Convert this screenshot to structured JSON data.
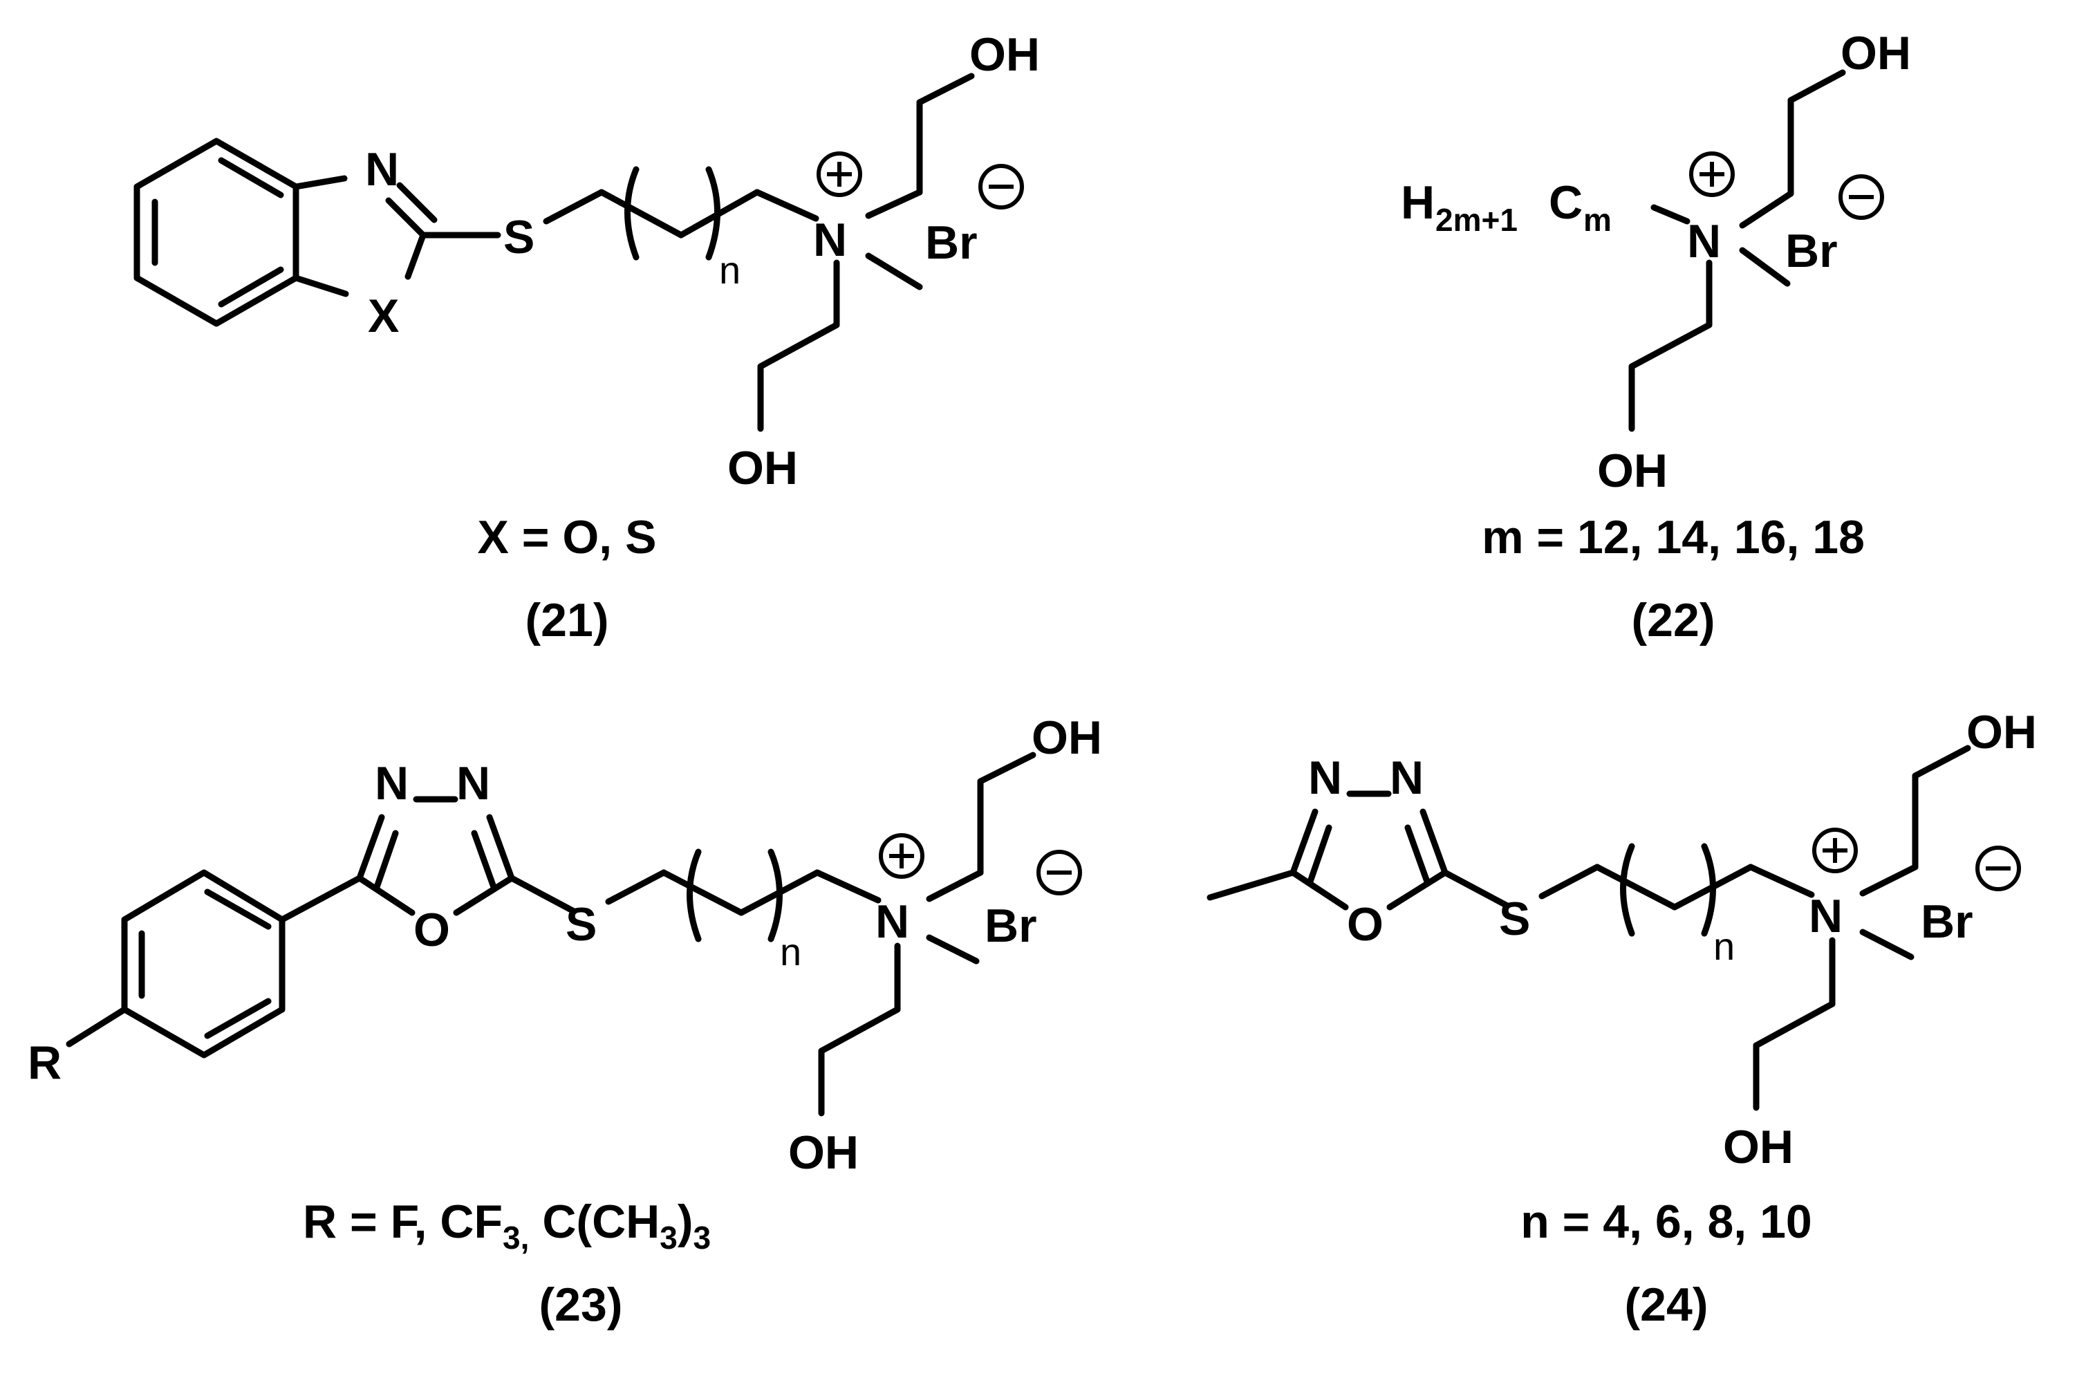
{
  "compounds": [
    {
      "id": "21",
      "label": "(21)",
      "condition": "X = O, S",
      "atoms": {
        "N": "N",
        "X": "X",
        "S": "S",
        "Np": "N",
        "OH1": "OH",
        "OH2": "OH",
        "Br": "Br",
        "n": "n"
      },
      "charges": {
        "plus": "+",
        "minus": "−"
      }
    },
    {
      "id": "22",
      "label": "(22)",
      "condition": "m = 12, 14, 16, 18",
      "atoms": {
        "Np": "N",
        "OH1": "OH",
        "OH2": "OH",
        "Br": "Br",
        "H": "H",
        "sub1": "2m+1",
        "C": "C",
        "sub2": "m"
      },
      "charges": {
        "plus": "+",
        "minus": "−"
      }
    },
    {
      "id": "23",
      "label": "(23)",
      "condition": {
        "part1": "R = F, CF",
        "sub1": "3,",
        "part2": " C(CH",
        "sub2": "3",
        "part3": ")",
        "sub3": "3"
      },
      "atoms": {
        "R": "R",
        "N1": "N",
        "N2": "N",
        "O": "O",
        "S": "S",
        "Np": "N",
        "OH1": "OH",
        "OH2": "OH",
        "Br": "Br",
        "n": "n"
      },
      "charges": {
        "plus": "+",
        "minus": "−"
      }
    },
    {
      "id": "24",
      "label": "(24)",
      "condition": "n = 4, 6, 8, 10",
      "atoms": {
        "N1": "N",
        "N2": "N",
        "O": "O",
        "S": "S",
        "Np": "N",
        "OH1": "OH",
        "OH2": "OH",
        "Br": "Br",
        "n": "n"
      },
      "charges": {
        "plus": "+",
        "minus": "−"
      }
    }
  ]
}
